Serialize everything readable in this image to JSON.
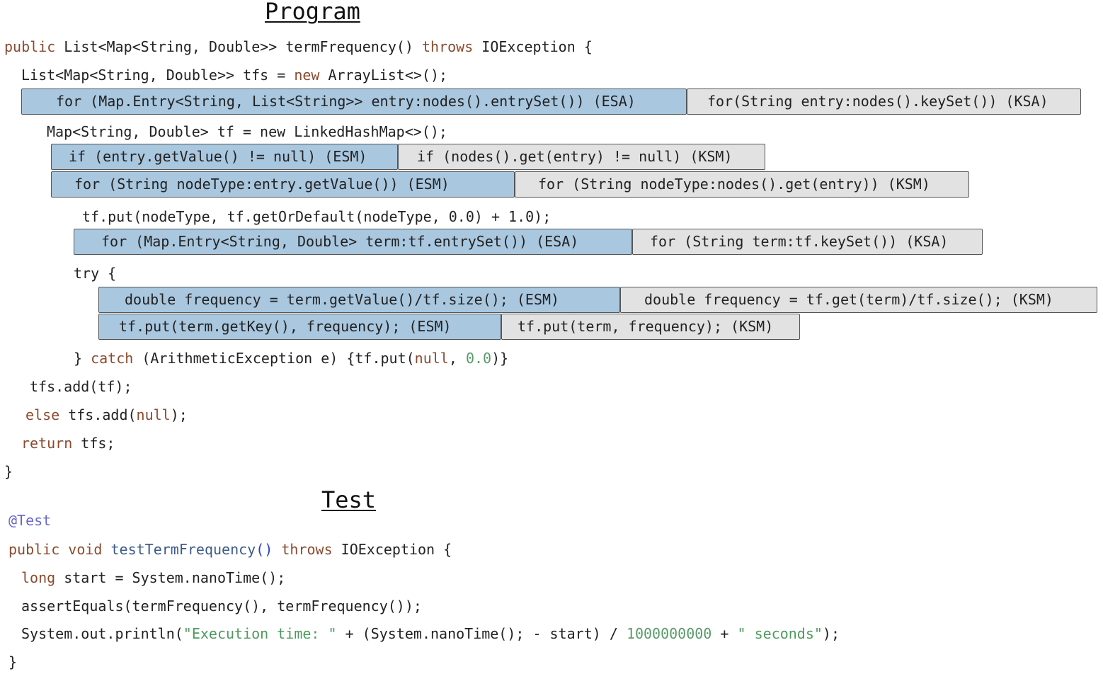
{
  "headings": {
    "program": "Program",
    "test": "Test"
  },
  "program": {
    "l1": {
      "kw1": "public",
      "a": " List<Map<String, Double>> termFrequency() ",
      "kw2": "throws",
      "b": " IOException {"
    },
    "l2": {
      "a": "List<Map<String, Double>> tfs = ",
      "kw": "new",
      "b": " ArrayList<>();"
    },
    "row_for_entry": {
      "esa": "for (Map.Entry<String, List<String>> entry:nodes().entrySet()) (ESA)",
      "ksa": "for(String entry:nodes().keySet()) (KSA)"
    },
    "l3": "Map<String, Double> tf = new LinkedHashMap<>();",
    "row_if": {
      "esm": "if (entry.getValue() != null) (ESM)",
      "ksm": "if (nodes().get(entry) != null) (KSM)"
    },
    "row_for_nodetype": {
      "esm": "for (String nodeType:entry.getValue()) (ESM)",
      "ksm": "for (String nodeType:nodes().get(entry)) (KSM)"
    },
    "l4": "tf.put(nodeType, tf.getOrDefault(nodeType, 0.0) + 1.0);",
    "row_for_term": {
      "esa": "for (Map.Entry<String, Double> term:tf.entrySet()) (ESA)",
      "ksa": "for (String term:tf.keySet()) (KSA)"
    },
    "l5": "try {",
    "row_freq": {
      "esm": "double frequency = term.getValue()/tf.size(); (ESM)",
      "ksm": "double frequency = tf.get(term)/tf.size(); (KSM)"
    },
    "row_put": {
      "esm": "tf.put(term.getKey(), frequency); (ESM)",
      "ksm": "tf.put(term, frequency); (KSM)"
    },
    "l6": {
      "a": "} ",
      "kw": "catch",
      "b": " (ArithmeticException e) {tf.put(",
      "kw2": "null",
      "c": ", ",
      "num": "0.0",
      "d": ")}"
    },
    "l7": "tfs.add(tf);",
    "l8": {
      "kw": "else",
      "a": " tfs.add(",
      "kw2": "null",
      "b": ");"
    },
    "l9": {
      "kw": "return",
      "a": " tfs;"
    },
    "l10": "}"
  },
  "test": {
    "l1": "@Test",
    "l2": {
      "kw1": "public",
      "kw2": "void",
      "fn": "testTermFrequency",
      "par": "()",
      "kw3": "throws",
      "a": " IOException {"
    },
    "l3": {
      "kw": "long",
      "a": " start = System.nanoTime();"
    },
    "l4": "assertEquals(termFrequency(), termFrequency());",
    "l5": {
      "a": "System.out.println(",
      "str1": "\"Execution time: \"",
      "b": " + (System.nanoTime(); - start) / ",
      "num": "1000000000",
      "c": " + ",
      "str2": "\" seconds\"",
      "d": ");"
    },
    "l6": "}"
  }
}
